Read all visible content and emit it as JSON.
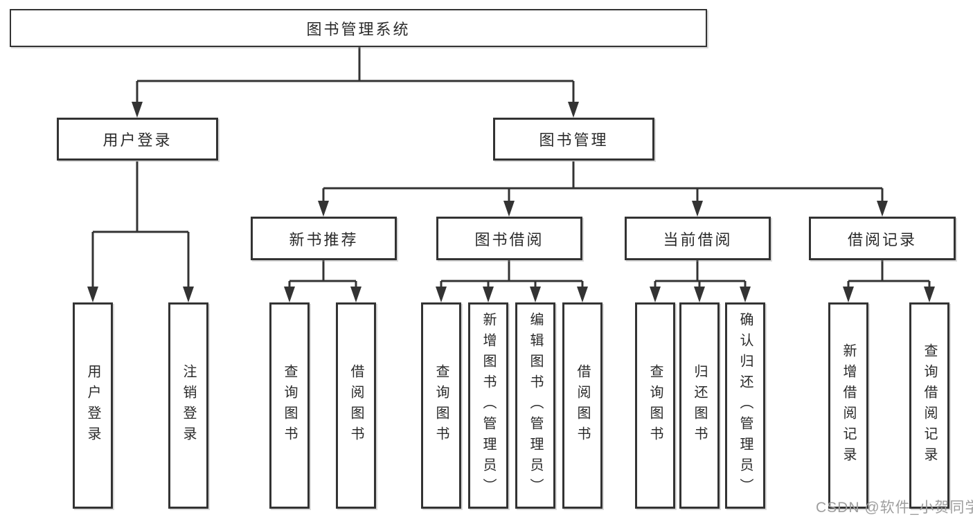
{
  "colors": {
    "line": "#333333",
    "text": "#2a2a2a",
    "watermark": "#9e9e9e",
    "bg": "#ffffff"
  },
  "tree": {
    "root": "图书管理系统",
    "branches": [
      {
        "label": "用户登录",
        "children": [
          "用户登录",
          "注销登录"
        ]
      },
      {
        "label": "图书管理",
        "sections": [
          {
            "label": "新书推荐",
            "children": [
              "查询图书",
              "借阅图书"
            ]
          },
          {
            "label": "图书借阅",
            "children": [
              "查询图书",
              "新增图书（管理员）",
              "编辑图书（管理员）",
              "借阅图书"
            ]
          },
          {
            "label": "当前借阅",
            "children": [
              "查询图书",
              "归还图书",
              "确认归还（管理员）"
            ]
          },
          {
            "label": "借阅记录",
            "children": [
              "新增借阅记录",
              "查询借阅记录"
            ]
          }
        ]
      }
    ]
  },
  "watermark": "CSDN @软件_小贺同学"
}
